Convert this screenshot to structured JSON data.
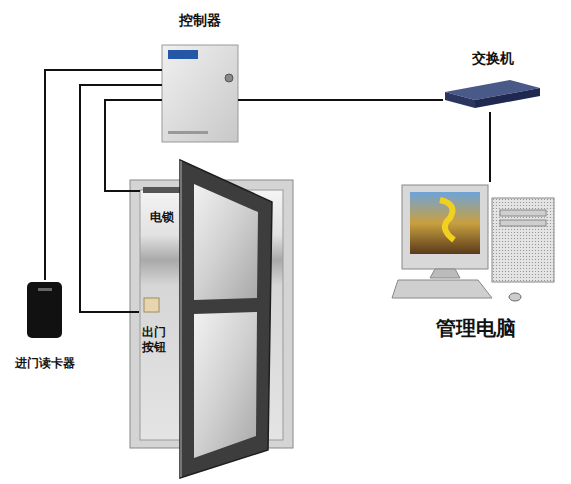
{
  "diagram": {
    "nodes": [
      {
        "text": [
          "控制器"
        ]
      },
      {
        "text": [
          "交换机"
        ]
      },
      {
        "text": [
          "电锁"
        ]
      },
      {
        "text": [
          "出门 按钮"
        ]
      },
      {
        "text": [
          "进门读卡器"
        ]
      },
      {
        "text": [
          "管理电脑"
        ]
      }
    ],
    "edges": [
      {
        "from": 0,
        "to": 1,
        "arrow": "none"
      },
      {
        "from": 1,
        "to": 5,
        "arrow": "none"
      },
      {
        "from": 0,
        "to": 4,
        "arrow": "none"
      },
      {
        "from": 0,
        "to": 3,
        "arrow": "none"
      },
      {
        "from": 0,
        "to": 2,
        "arrow": "none"
      }
    ]
  }
}
